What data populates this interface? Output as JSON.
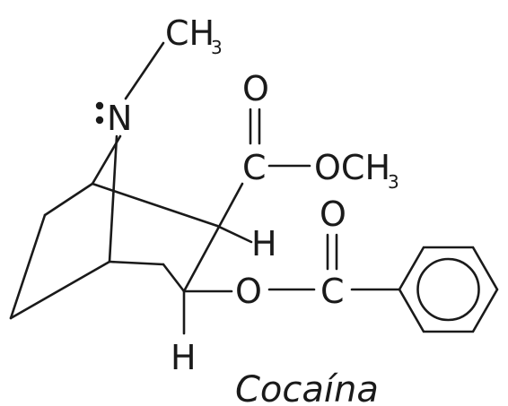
{
  "molecule": {
    "name": "Cocaína",
    "atoms": {
      "nitrogen": "N",
      "methyl_c": "CH",
      "methyl_sub": "3",
      "carbonyl_o1": "O",
      "carbonyl_c1": "C",
      "methoxy_oc": "OCH",
      "methoxy_sub": "3",
      "hydrogen_1": "H",
      "ester_o": "O",
      "carbonyl_o2": "O",
      "carbonyl_c2": "C",
      "hydrogen_2": "H"
    }
  },
  "colors": {
    "ink": "#1a1a1a",
    "background": "#ffffff"
  }
}
